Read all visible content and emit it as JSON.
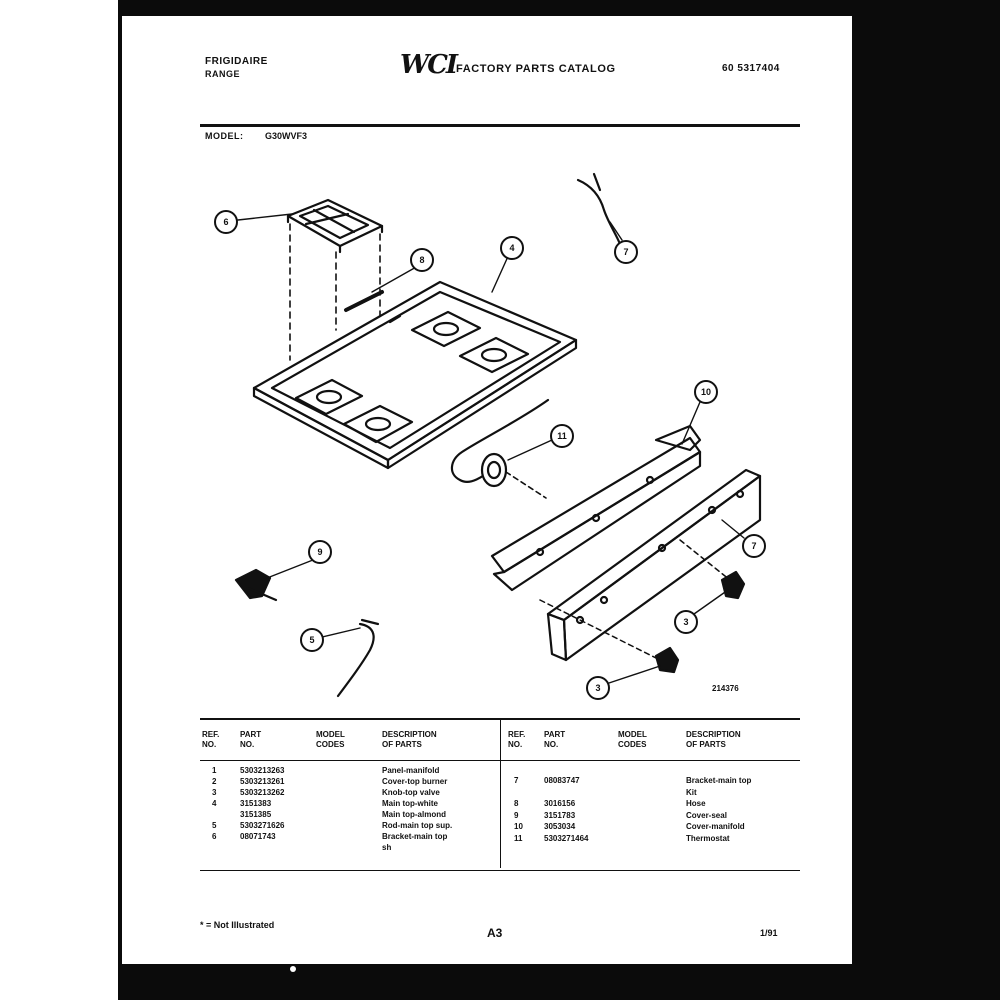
{
  "header": {
    "brand": "FRIGIDAIRE",
    "product": "RANGE",
    "logo": "WCI",
    "catalog_title": "FACTORY PARTS CATALOG",
    "pub_no": "60 5317404"
  },
  "model": {
    "label": "MODEL:",
    "number": "G30WVF3"
  },
  "diagram": {
    "drawing_code": "214376",
    "callouts": [
      "6",
      "8",
      "4",
      "7",
      "10",
      "11",
      "7",
      "3",
      "9",
      "3",
      "5"
    ]
  },
  "table": {
    "headers": {
      "ref_no": "REF.\nNO.",
      "part_no": "PART\nNO.",
      "model_codes": "MODEL\nCODES",
      "description": "DESCRIPTION\nOF PARTS"
    },
    "left_rows": [
      {
        "ref": "1",
        "part": "5303213263",
        "codes": "",
        "desc": "Panel-manifold"
      },
      {
        "ref": "2",
        "part": "5303213261",
        "codes": "",
        "desc": "Cover-top burner"
      },
      {
        "ref": "3",
        "part": "5303213262",
        "codes": "",
        "desc": "Knob-top valve"
      },
      {
        "ref": "4",
        "part": "3151383",
        "codes": "",
        "desc": "Main top-white"
      },
      {
        "ref": "",
        "part": "3151385",
        "codes": "",
        "desc": "Main top-almond"
      },
      {
        "ref": "5",
        "part": "5303271626",
        "codes": "",
        "desc": "Rod-main top sup."
      },
      {
        "ref": "6",
        "part": "08071743",
        "codes": "",
        "desc": "Bracket-main top"
      },
      {
        "ref": "",
        "part": "",
        "codes": "",
        "desc": "sh"
      }
    ],
    "right_rows": [
      {
        "ref": "7",
        "part": "08083747",
        "codes": "",
        "desc": "Bracket-main top"
      },
      {
        "ref": "",
        "part": "",
        "codes": "",
        "desc": "Kit"
      },
      {
        "ref": "8",
        "part": "3016156",
        "codes": "",
        "desc": "Hose"
      },
      {
        "ref": "9",
        "part": "3151783",
        "codes": "",
        "desc": "Cover-seal"
      },
      {
        "ref": "10",
        "part": "3053034",
        "codes": "",
        "desc": "Cover-manifold"
      },
      {
        "ref": "11",
        "part": "5303271464",
        "codes": "",
        "desc": "Thermostat"
      }
    ]
  },
  "footer": {
    "note": "* = Not Illustrated",
    "page": "A3",
    "date": "1/91"
  }
}
